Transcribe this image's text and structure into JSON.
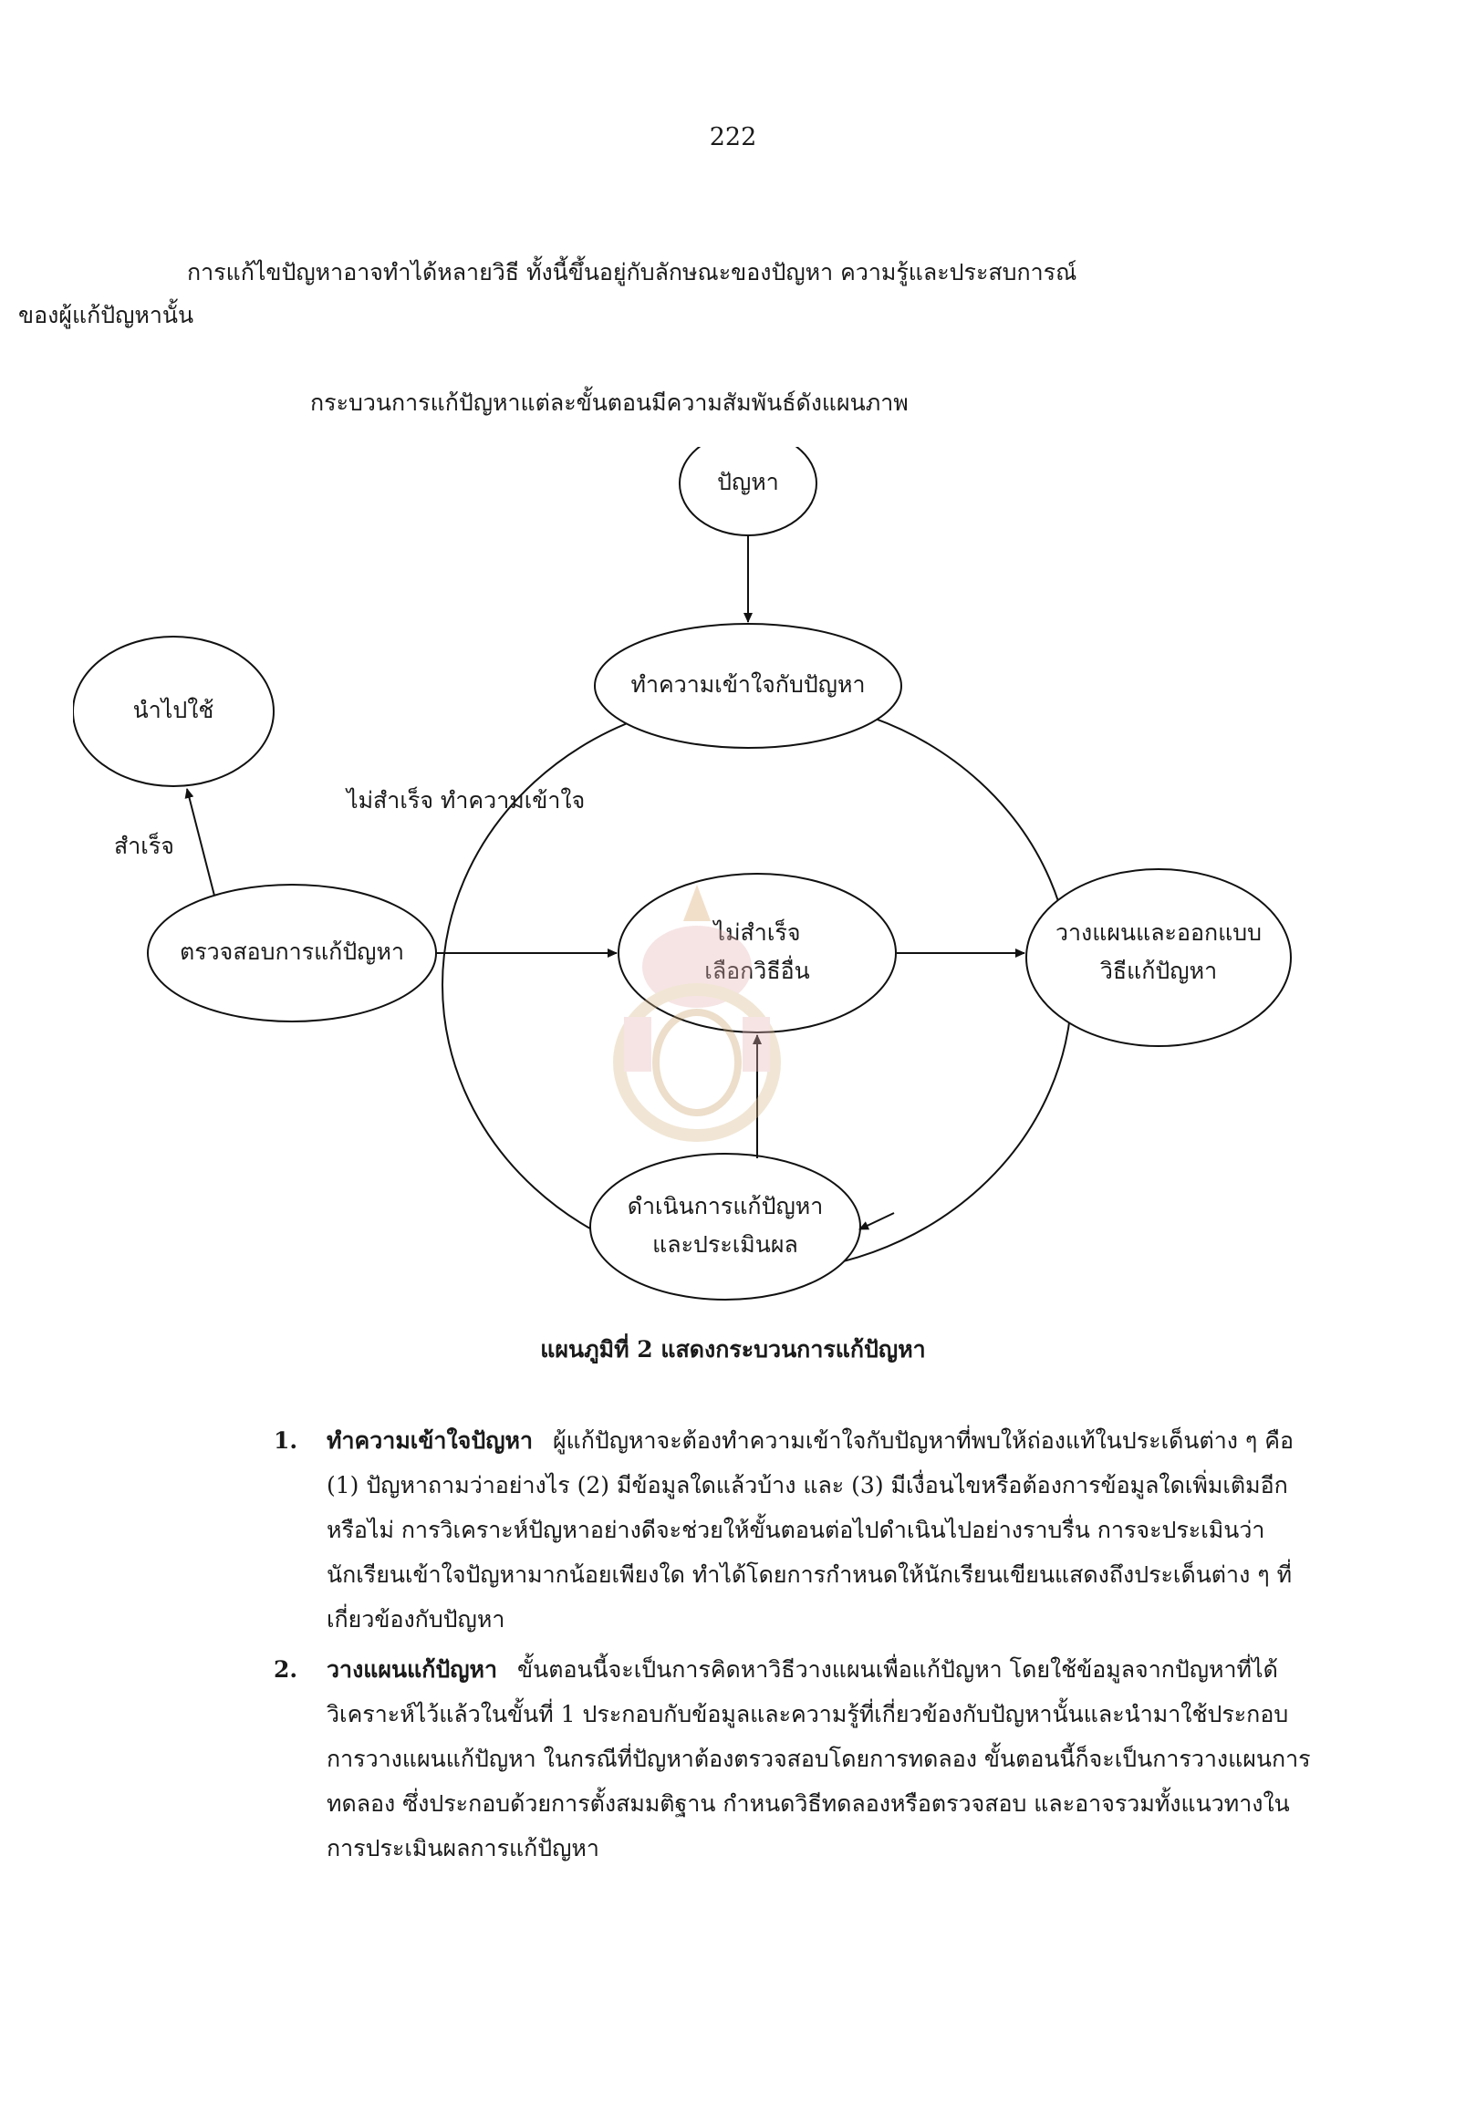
{
  "page_number": "222",
  "intro": {
    "line1": "การแก้ไขปัญหาอาจทำได้หลายวิธี ทั้งนี้ขึ้นอยู่กับลักษณะของปัญหา ความรู้และประสบการณ์",
    "line2": "ของผู้แก้ปัญหานั้น",
    "line3": "กระบวนการแก้ปัญหาแต่ละขั้นตอนมีความสัมพันธ์ดังแผนภาพ"
  },
  "diagram": {
    "nodes": {
      "problem": "ปัญหา",
      "understand": "ทำความเข้าใจกับปัญหา",
      "apply": "นำไปใช้",
      "check": "ตรวจสอบการแก้ปัญหา",
      "fail_line1": "ไม่สำเร็จ",
      "fail_line2": "เลือกวิธีอื่น",
      "plan_line1": "วางแผนและออกแบบ",
      "plan_line2": "วิธีแก้ปัญหา",
      "execute_line1": "ดำเนินการแก้ปัญหา",
      "execute_line2": "และประเมินผล"
    },
    "edges": {
      "success": "สำเร็จ",
      "fail_understand": "ไม่สำเร็จ ทำความเข้าใจ"
    }
  },
  "caption": "แผนภูมิที่ 2 แสดงกระบวนการแก้ปัญหา",
  "steps": [
    {
      "number": "1.",
      "heading": "ทำความเข้าใจปัญหา",
      "text": "ผู้แก้ปัญหาจะต้องทำความเข้าใจกับปัญหาที่พบให้ถ่องแท้ในประเด็นต่าง ๆ คือ (1) ปัญหาถามว่าอย่างไร (2) มีข้อมูลใดแล้วบ้าง และ (3) มีเงื่อนไขหรือต้องการข้อมูลใดเพิ่มเติมอีกหรือไม่ การวิเคราะห์ปัญหาอย่างดีจะช่วยให้ขั้นตอนต่อไปดำเนินไปอย่างราบรื่น การจะประเมินว่านักเรียนเข้าใจปัญหามากน้อยเพียงใด ทำได้โดยการกำหนดให้นักเรียนเขียนแสดงถึงประเด็นต่าง ๆ ที่เกี่ยวข้องกับปัญหา"
    },
    {
      "number": "2.",
      "heading": "วางแผนแก้ปัญหา",
      "text": "ขั้นตอนนี้จะเป็นการคิดหาวิธีวางแผนเพื่อแก้ปัญหา โดยใช้ข้อมูลจากปัญหาที่ได้วิเคราะห์ไว้แล้วในขั้นที่ 1 ประกอบกับข้อมูลและความรู้ที่เกี่ยวข้องกับปัญหานั้นและนำมาใช้ประกอบการวางแผนแก้ปัญหา ในกรณีที่ปัญหาต้องตรวจสอบโดยการทดลอง ขั้นตอนนี้ก็จะเป็นการวางแผนการทดลอง ซึ่งประกอบด้วยการตั้งสมมติฐาน กำหนดวิธีทดลองหรือตรวจสอบ และอาจรวมทั้งแนวทางในการประเมินผลการแก้ปัญหา"
    }
  ]
}
